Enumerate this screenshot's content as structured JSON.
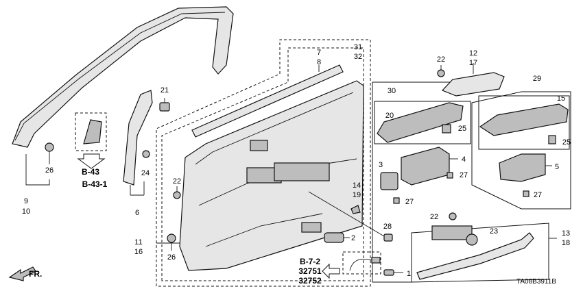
{
  "labels": {
    "l1": "1",
    "l2": "2",
    "l3": "3",
    "l4": "4",
    "l5": "5",
    "l6": "6",
    "l7": "7",
    "l8": "8",
    "l9": "9",
    "l10": "10",
    "l11": "11",
    "l12": "12",
    "l13": "13",
    "l14": "14",
    "l15": "15",
    "l16": "16",
    "l17": "17",
    "l18": "18",
    "l19": "19",
    "l20": "20",
    "l21": "21",
    "l22": "22",
    "l23": "23",
    "l24": "24",
    "l25": "25",
    "l26": "26",
    "l27": "27",
    "l28": "28",
    "l29": "29",
    "l30": "30",
    "l31": "31",
    "l32": "32",
    "fr": "FR."
  },
  "refs": {
    "b43": "B-43",
    "b43_1": "B-43-1",
    "b7_2": "B-7-2",
    "c32751": "32751",
    "c32752": "32752"
  },
  "diagram_code": "TA08B3911B"
}
